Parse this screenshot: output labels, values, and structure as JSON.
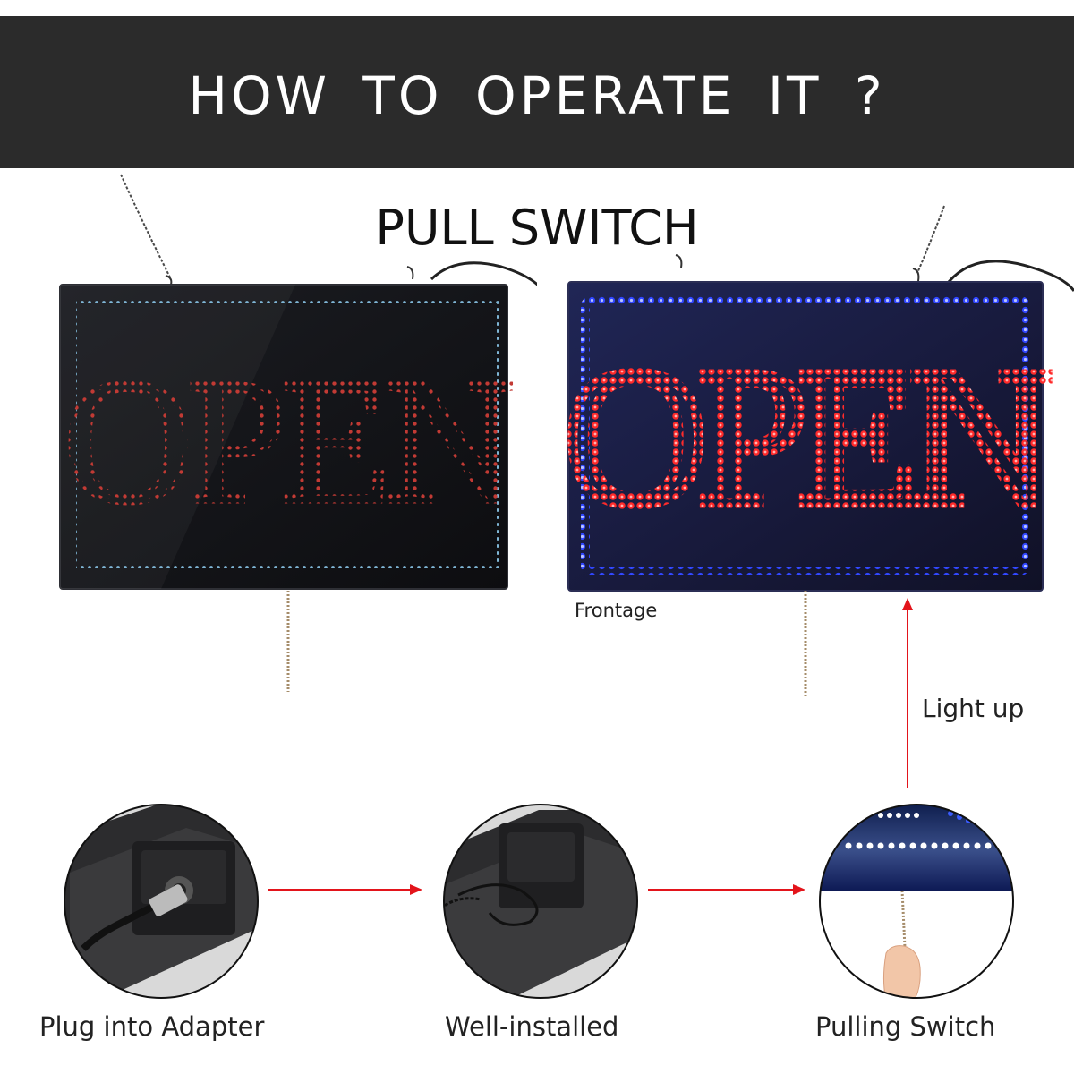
{
  "header": {
    "title": "HOW  TO  OPERATE  IT ?"
  },
  "section": {
    "title": "PULL SWITCH"
  },
  "signs": {
    "off": {
      "text": "OPEN"
    },
    "on": {
      "text": "OPEN",
      "caption": "Frontage"
    }
  },
  "arrow_label": "Light up",
  "steps": [
    {
      "label": "Plug into Adapter"
    },
    {
      "label": "Well-installed"
    },
    {
      "label": "Pulling Switch"
    }
  ],
  "colors": {
    "header_bg": "#2b2b2b",
    "off_text_led": "#b8322e",
    "off_border_led": "#7fb6d6",
    "on_text_led": "#ff2a2a",
    "on_border_led": "#2a3bff",
    "arrow": "#e3141b"
  }
}
